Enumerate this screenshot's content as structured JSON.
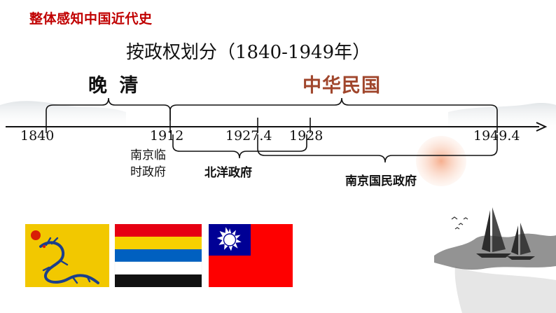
{
  "heading": "整体感知中国近代史",
  "subtitle": "按政权划分（1840-1949年）",
  "eras": {
    "qing": "晚 清",
    "roc": "中华民国"
  },
  "timeline": {
    "ticks": [
      "1840",
      "1912",
      "1927.4",
      "1928",
      "1949.4"
    ]
  },
  "governments": {
    "nanjing_provisional_line1": "南京临",
    "nanjing_provisional_line2": "时政府",
    "beiyang": "北洋政府",
    "nanjing_national": "南京国民政府"
  },
  "colors": {
    "heading": "#c00000",
    "roc_era": "#a0462c",
    "flag_qing_yellow": "#f2c800",
    "flag_five_red": "#e60012",
    "flag_five_yellow": "#f7d100",
    "flag_five_blue": "#0060c0",
    "flag_roc_red": "#fe0000",
    "flag_roc_blue": "#000095"
  },
  "flags": [
    "qing-dragon-flag",
    "five-colored-flag",
    "blue-sky-white-sun-flag"
  ]
}
